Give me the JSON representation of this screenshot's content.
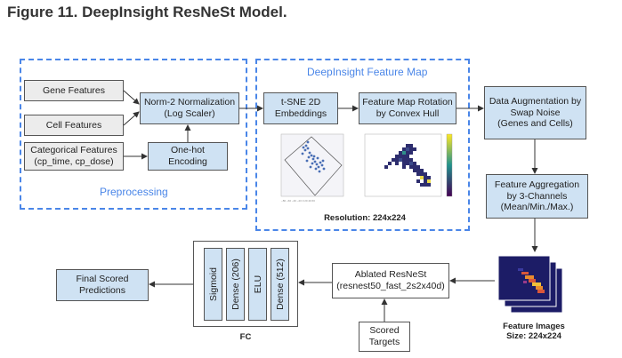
{
  "title": "Figure 11. DeepInsight ResNeSt Model.",
  "preprocessing": {
    "label": "Preprocessing",
    "gene_features": "Gene Features",
    "cell_features": "Cell Features",
    "categorical_features": "Categorical Features\n(cp_time, cp_dose)",
    "norm": "Norm-2 Normalization\n(Log Scaler)",
    "onehot": "One-hot\nEncoding"
  },
  "feature_map": {
    "label": "DeepInsight Feature Map",
    "tsne": "t-SNE 2D\nEmbeddings",
    "rotation": "Feature Map Rotation\nby Convex Hull",
    "resolution": "Resolution: 224x224"
  },
  "augmentation": "Data Augmentation by\nSwap Noise\n(Genes and Cells)",
  "aggregation": "Feature Aggregation\nby 3-Channels\n(Mean/Min./Max.)",
  "feature_images": "Feature Images\nSize: 224x224",
  "resnest": "Ablated ResNeSt\n(resnest50_fast_2s2x40d)",
  "scored_targets": "Scored\nTargets",
  "fc": {
    "label": "FC",
    "layers": [
      "Sigmoid",
      "Dense (206)",
      "ELU",
      "Dense (512)"
    ]
  },
  "final": "Final Scored\nPredictions",
  "colors": {
    "accent_blue": "#4a86e8",
    "box_blue": "#cfe2f3",
    "box_gray": "#ececec"
  }
}
